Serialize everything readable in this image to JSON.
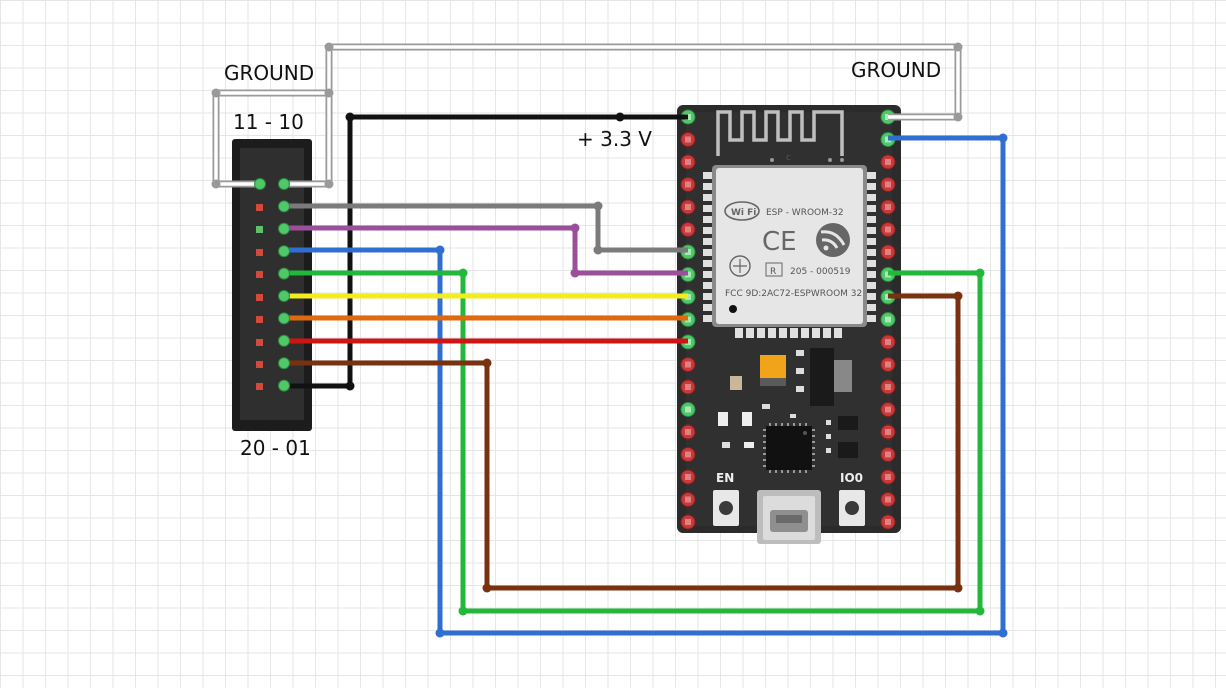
{
  "labels": {
    "ground_left": "GROUND",
    "ground_right": "GROUND",
    "header_top": "11 - 10",
    "header_bottom": "20 - 01",
    "power": "+ 3.3 V"
  },
  "board": {
    "wifi_badge": "Wi Fi",
    "module_title": "ESP - WROOM-32",
    "ce_mark": "CE",
    "r_mark": "R",
    "r_code": "205 - 000519",
    "fcc_text": "FCC  9D:2AC72-ESPWROOM 32",
    "antenna_c": "c",
    "en_button": "EN",
    "io0_button": "IO0"
  },
  "wires": [
    {
      "name": "ground-wire",
      "color": "#bdbdbd"
    },
    {
      "name": "power-wire-black",
      "color": "#111111"
    },
    {
      "name": "wire-gray",
      "color": "#7b7b7b"
    },
    {
      "name": "wire-purple",
      "color": "#9b4f9b"
    },
    {
      "name": "wire-blue",
      "color": "#2f6fd1"
    },
    {
      "name": "wire-green",
      "color": "#22b83a"
    },
    {
      "name": "wire-yellow",
      "color": "#f2ee1e"
    },
    {
      "name": "wire-orange",
      "color": "#e0680f"
    },
    {
      "name": "wire-red",
      "color": "#d01414"
    },
    {
      "name": "wire-brown",
      "color": "#7a3110"
    }
  ]
}
